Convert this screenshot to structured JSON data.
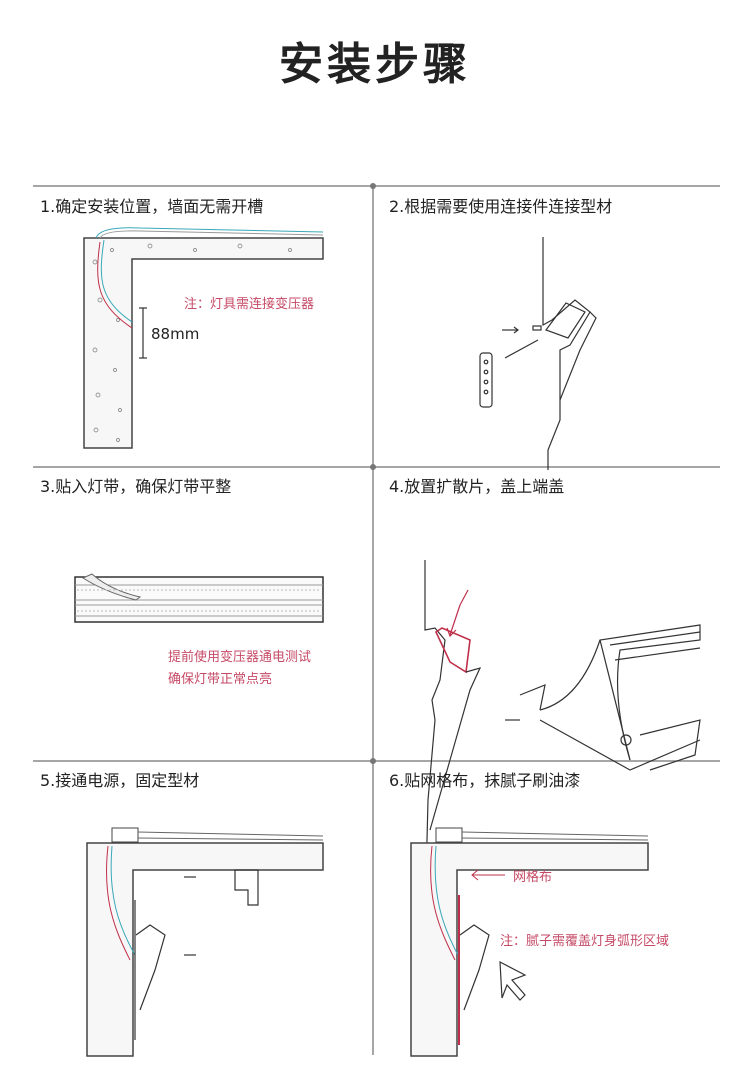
{
  "title": "安装步骤",
  "steps": [
    {
      "label": "1.确定安装位置，墙面无需开槽",
      "note": "注：灯具需连接变压器",
      "measure": "88mm"
    },
    {
      "label": "2.根据需要使用连接件连接型材"
    },
    {
      "label": "3.贴入灯带，确保灯带平整",
      "note_line1": "提前使用变压器通电测试",
      "note_line2": "确保灯带正常点亮"
    },
    {
      "label": "4.放置扩散片，盖上端盖"
    },
    {
      "label": "5.接通电源，固定型材"
    },
    {
      "label": "6.贴网格布，抹腻子刷油漆",
      "mesh_label": "网格布",
      "note": "注：腻子需覆盖灯身弧形区域"
    }
  ],
  "colors": {
    "note": "#c64a66",
    "wire_red": "#c0304a",
    "wire_blue": "#3aa8b8",
    "line": "#777777"
  }
}
